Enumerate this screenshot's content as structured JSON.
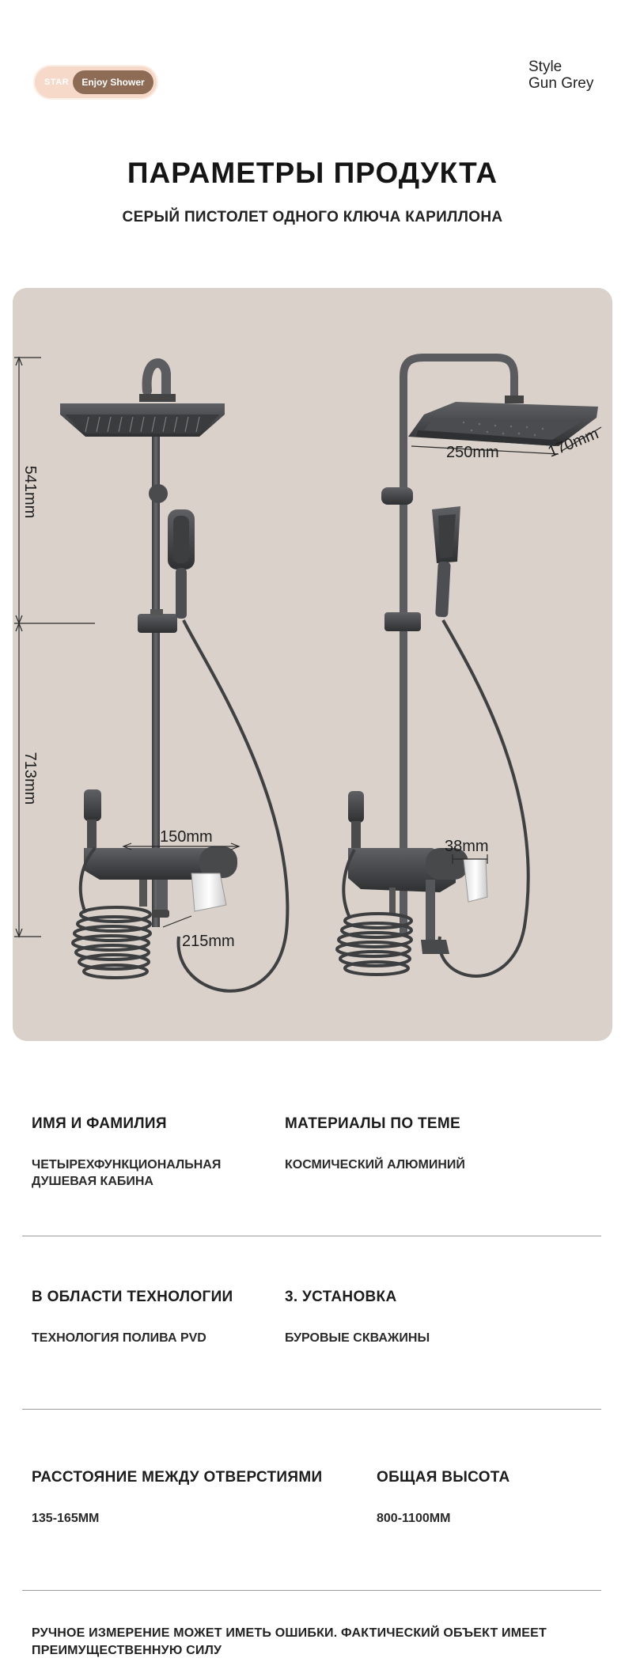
{
  "badge": {
    "brand": "STAR",
    "tagline": "Enjoy Shower"
  },
  "style_label": {
    "line1": "Style",
    "line2": "Gun Grey"
  },
  "header": {
    "title": "ПАРАМЕТРЫ ПРОДУКТА",
    "subtitle": "СЕРЫЙ ПИСТОЛЕТ ОДНОГО КЛЮЧА КАРИЛЛОНА"
  },
  "dimensions": {
    "upper_height": "541mm",
    "lower_height": "713mm",
    "valve_width": "150mm",
    "valve_depth": "215mm",
    "head_width": "250mm",
    "head_depth": "170mm",
    "pipe_diameter": "38mm"
  },
  "specs": [
    {
      "label": "ИМЯ И ФАМИЛИЯ",
      "value": "ЧЕТЫРЕХФУНКЦИОНАЛЬНАЯ ДУШЕВАЯ КАБИНА"
    },
    {
      "label": "МАТЕРИАЛЫ ПО ТЕМЕ",
      "value": "КОСМИЧЕСКИЙ АЛЮМИНИЙ"
    },
    {
      "label": "В ОБЛАСТИ ТЕХНОЛОГИИ",
      "value": "ТЕХНОЛОГИЯ ПОЛИВА PVD"
    },
    {
      "label": "3. УСТАНОВКА",
      "value": "БУРОВЫЕ СКВАЖИНЫ"
    },
    {
      "label": "РАССТОЯНИЕ МЕЖДУ ОТВЕРСТИЯМИ",
      "value": "135-165MM"
    },
    {
      "label": "ОБЩАЯ ВЫСОТА",
      "value": "800-1100MM"
    }
  ],
  "footnote": "РУЧНОЕ ИЗМЕРЕНИЕ МОЖЕТ ИМЕТЬ ОШИБКИ. ФАКТИЧЕСКИЙ ОБЪЕКТ ИМЕЕТ ПРЕИМУЩЕСТВЕННУЮ СИЛУ",
  "colors": {
    "panel": "#d9d1ca",
    "metal": "#4a4b4d",
    "badge_accent": "#8e6b55"
  }
}
